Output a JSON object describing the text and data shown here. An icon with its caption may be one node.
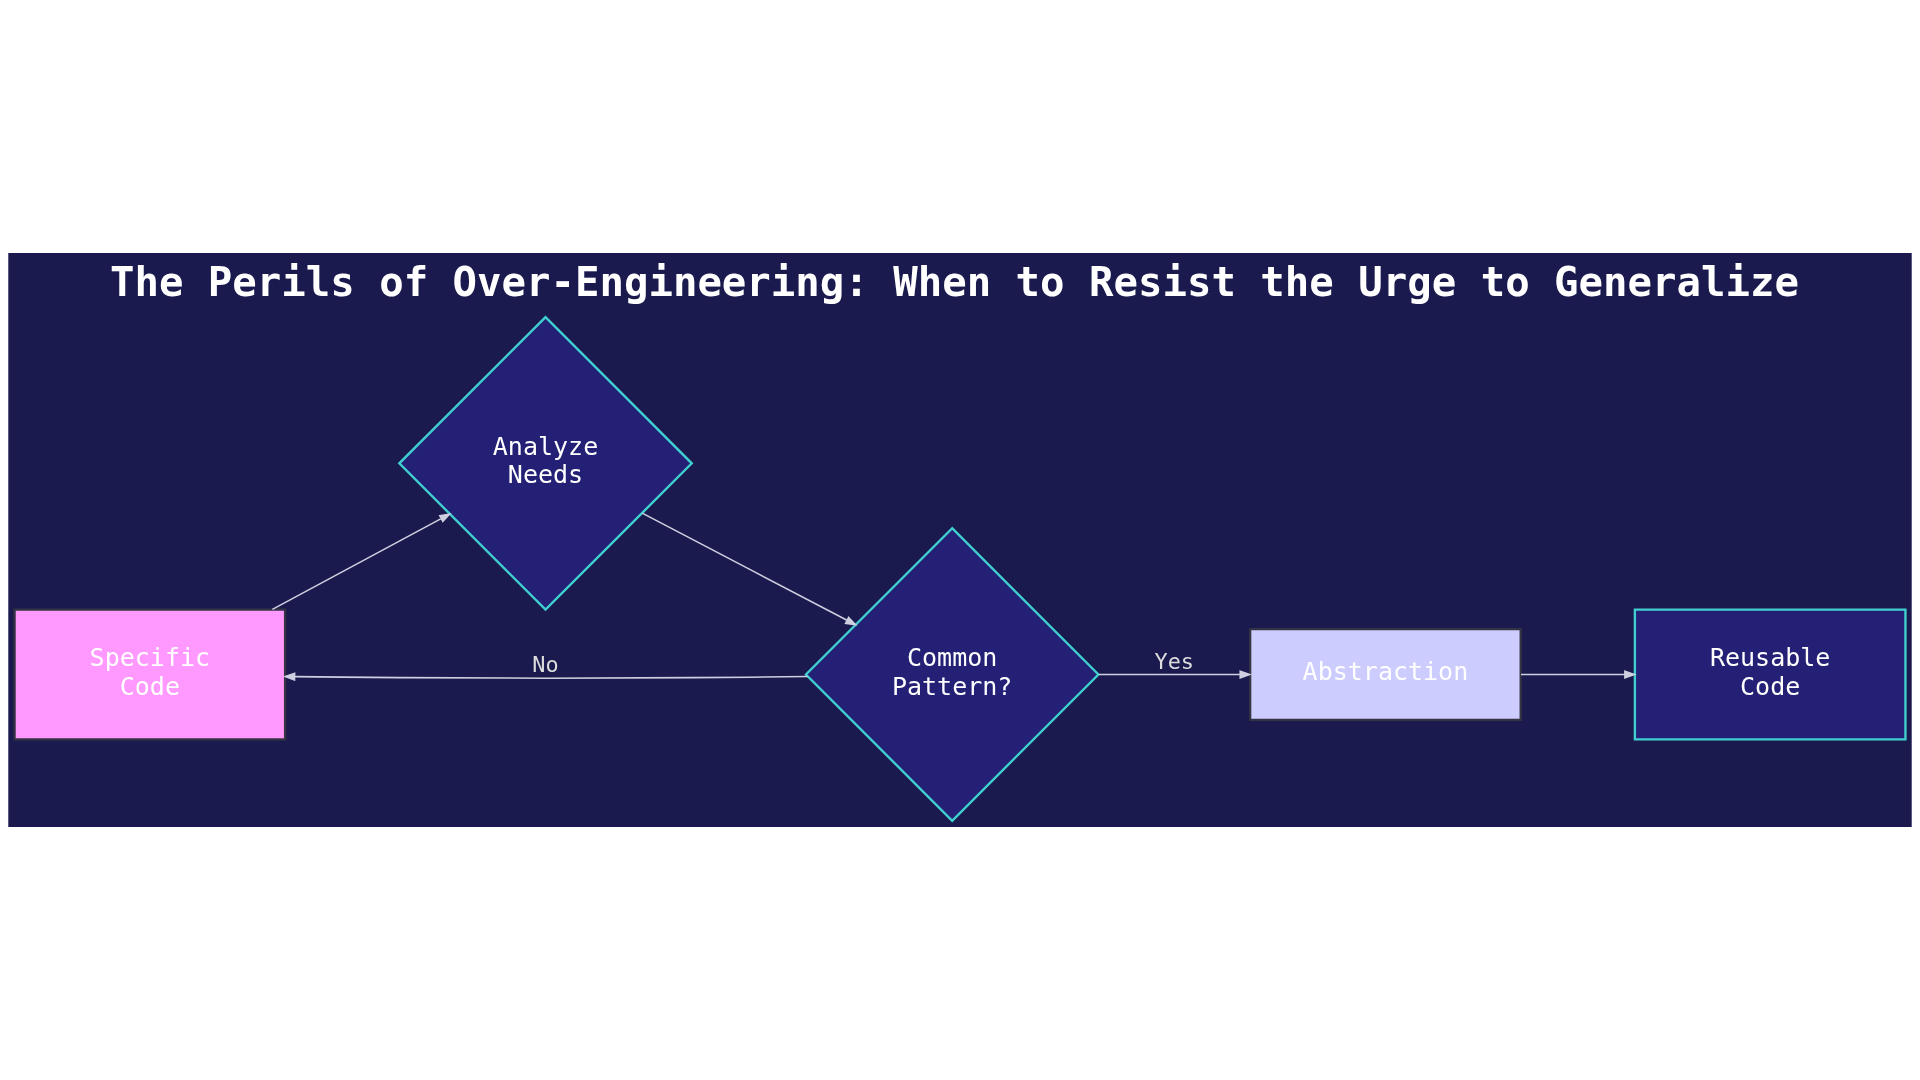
{
  "diagram": {
    "title": "The Perils of Over-Engineering: When to Resist the Urge to Generalize",
    "nodes": [
      {
        "text": [
          "Specific Code"
        ]
      },
      {
        "text": [
          "Analyze Needs"
        ]
      },
      {
        "text": [
          "Common Pattern?"
        ]
      },
      {
        "text": [
          "Abstraction"
        ]
      },
      {
        "text": [
          "Reusable Code"
        ]
      }
    ],
    "edges": [
      {
        "from": 0,
        "to": 1,
        "arrow": "to"
      },
      {
        "from": 1,
        "to": 2,
        "arrow": "to"
      },
      {
        "from": 2,
        "to": 3,
        "arrow": "to",
        "label": "Yes"
      },
      {
        "from": 3,
        "to": 4,
        "arrow": "to"
      },
      {
        "from": 2,
        "to": 0,
        "arrow": "to",
        "label": "No"
      }
    ]
  }
}
